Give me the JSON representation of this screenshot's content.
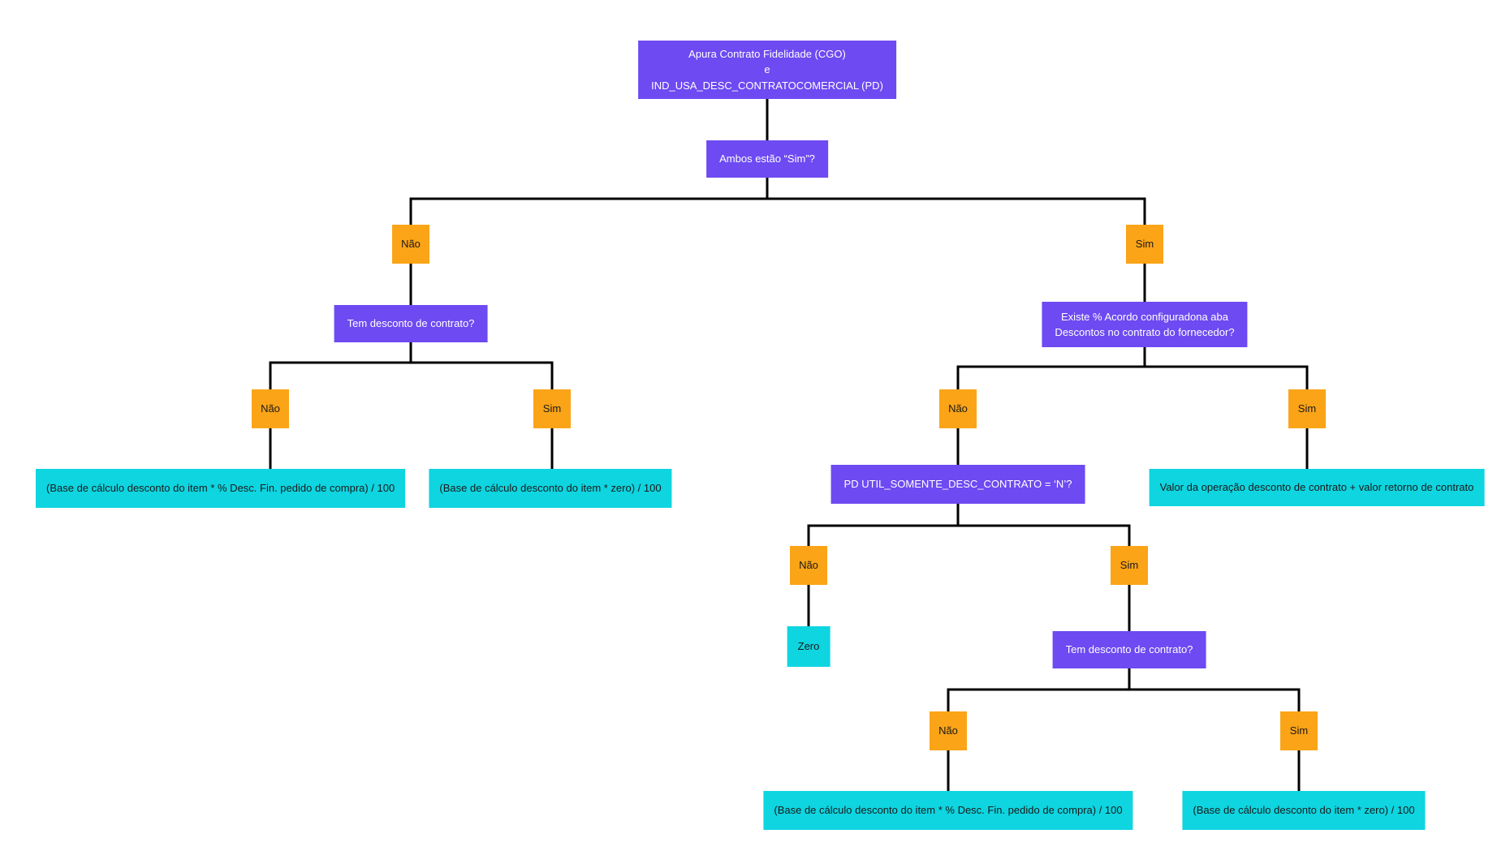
{
  "diagram": {
    "type": "decision-tree-flowchart",
    "language": "pt-BR",
    "colors": {
      "background": "#FFFFFF",
      "decision_box": "#6D4AF2",
      "branch_box": "#FBA417",
      "outcome_box": "#0ED5E0",
      "connector": "#000000",
      "decision_text": "#FFFFFF",
      "box_text": "#1A1A1A"
    },
    "nodes": {
      "root": {
        "line1": "Apura Contrato Fidelidade (CGO)",
        "line2": "e",
        "line3": "IND_USA_DESC_CONTRATOCOMERCIAL (PD)"
      },
      "q_both_yes": {
        "label": "Ambos estão “Sim”?"
      },
      "no_1": {
        "label": "Não"
      },
      "yes_1": {
        "label": "Sim"
      },
      "q_has_discount_left": {
        "label": "Tem desconto de contrato?"
      },
      "no_2": {
        "label": "Não"
      },
      "yes_2": {
        "label": "Sim"
      },
      "result_base_pct_left": {
        "label": "(Base de cálculo desconto do item * % Desc. Fin. pedido de compra) / 100"
      },
      "result_base_zero_left": {
        "label": "(Base de cálculo desconto do item * zero) / 100"
      },
      "q_agreement_pct": {
        "line1": "Existe % Acordo configuradona aba",
        "line2": "Descontos no contrato do fornecedor?"
      },
      "no_3": {
        "label": "Não"
      },
      "yes_3": {
        "label": "Sim"
      },
      "q_pd_util": {
        "label": "PD UTIL_SOMENTE_DESC_CONTRATO = ‘N’?"
      },
      "result_valor_operacao": {
        "label": "Valor da operação desconto de contrato + valor retorno de contrato"
      },
      "no_4": {
        "label": "Não"
      },
      "yes_4": {
        "label": "Sim"
      },
      "result_zero": {
        "label": "Zero"
      },
      "q_has_discount_right": {
        "label": "Tem desconto de contrato?"
      },
      "no_5": {
        "label": "Não"
      },
      "yes_5": {
        "label": "Sim"
      },
      "result_base_pct_right": {
        "label": "(Base de cálculo desconto do item * % Desc. Fin. pedido de compra) / 100"
      },
      "result_base_zero_right": {
        "label": "(Base de cálculo desconto do item * zero) / 100"
      }
    },
    "edges": [
      {
        "from": "root",
        "to": "q_both_yes"
      },
      {
        "from": "q_both_yes",
        "to": "no_1"
      },
      {
        "from": "q_both_yes",
        "to": "yes_1"
      },
      {
        "from": "no_1",
        "to": "q_has_discount_left"
      },
      {
        "from": "q_has_discount_left",
        "to": "no_2"
      },
      {
        "from": "q_has_discount_left",
        "to": "yes_2"
      },
      {
        "from": "no_2",
        "to": "result_base_pct_left"
      },
      {
        "from": "yes_2",
        "to": "result_base_zero_left"
      },
      {
        "from": "yes_1",
        "to": "q_agreement_pct"
      },
      {
        "from": "q_agreement_pct",
        "to": "no_3"
      },
      {
        "from": "q_agreement_pct",
        "to": "yes_3"
      },
      {
        "from": "no_3",
        "to": "q_pd_util"
      },
      {
        "from": "yes_3",
        "to": "result_valor_operacao"
      },
      {
        "from": "q_pd_util",
        "to": "no_4"
      },
      {
        "from": "q_pd_util",
        "to": "yes_4"
      },
      {
        "from": "no_4",
        "to": "result_zero"
      },
      {
        "from": "yes_4",
        "to": "q_has_discount_right"
      },
      {
        "from": "q_has_discount_right",
        "to": "no_5"
      },
      {
        "from": "q_has_discount_right",
        "to": "yes_5"
      },
      {
        "from": "no_5",
        "to": "result_base_pct_right"
      },
      {
        "from": "yes_5",
        "to": "result_base_zero_right"
      }
    ]
  }
}
